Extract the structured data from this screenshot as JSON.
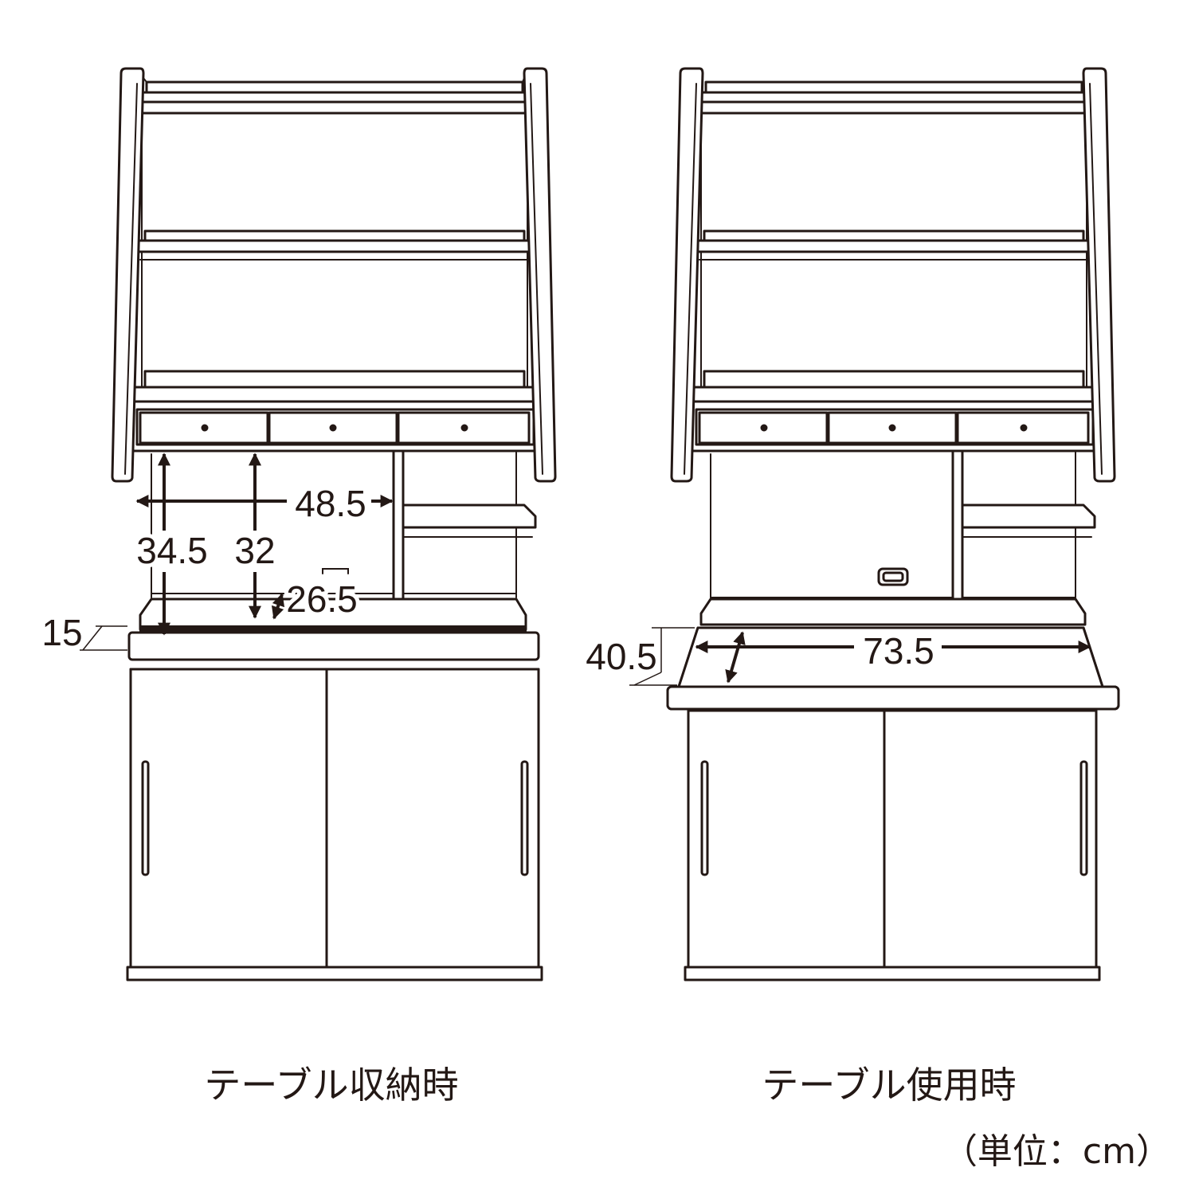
{
  "captions": {
    "left": "テーブル収納時",
    "right": "テーブル使用時"
  },
  "unit_note": "（単位：cm）",
  "dimensions": {
    "width_inner": "48.5",
    "height_left": "34.5",
    "height_mid": "32",
    "depth_small": "26.5",
    "shelf_thickness": "15",
    "table_depth": "40.5",
    "table_width": "73.5"
  },
  "colors": {
    "line": "#231815",
    "background": "#ffffff"
  }
}
